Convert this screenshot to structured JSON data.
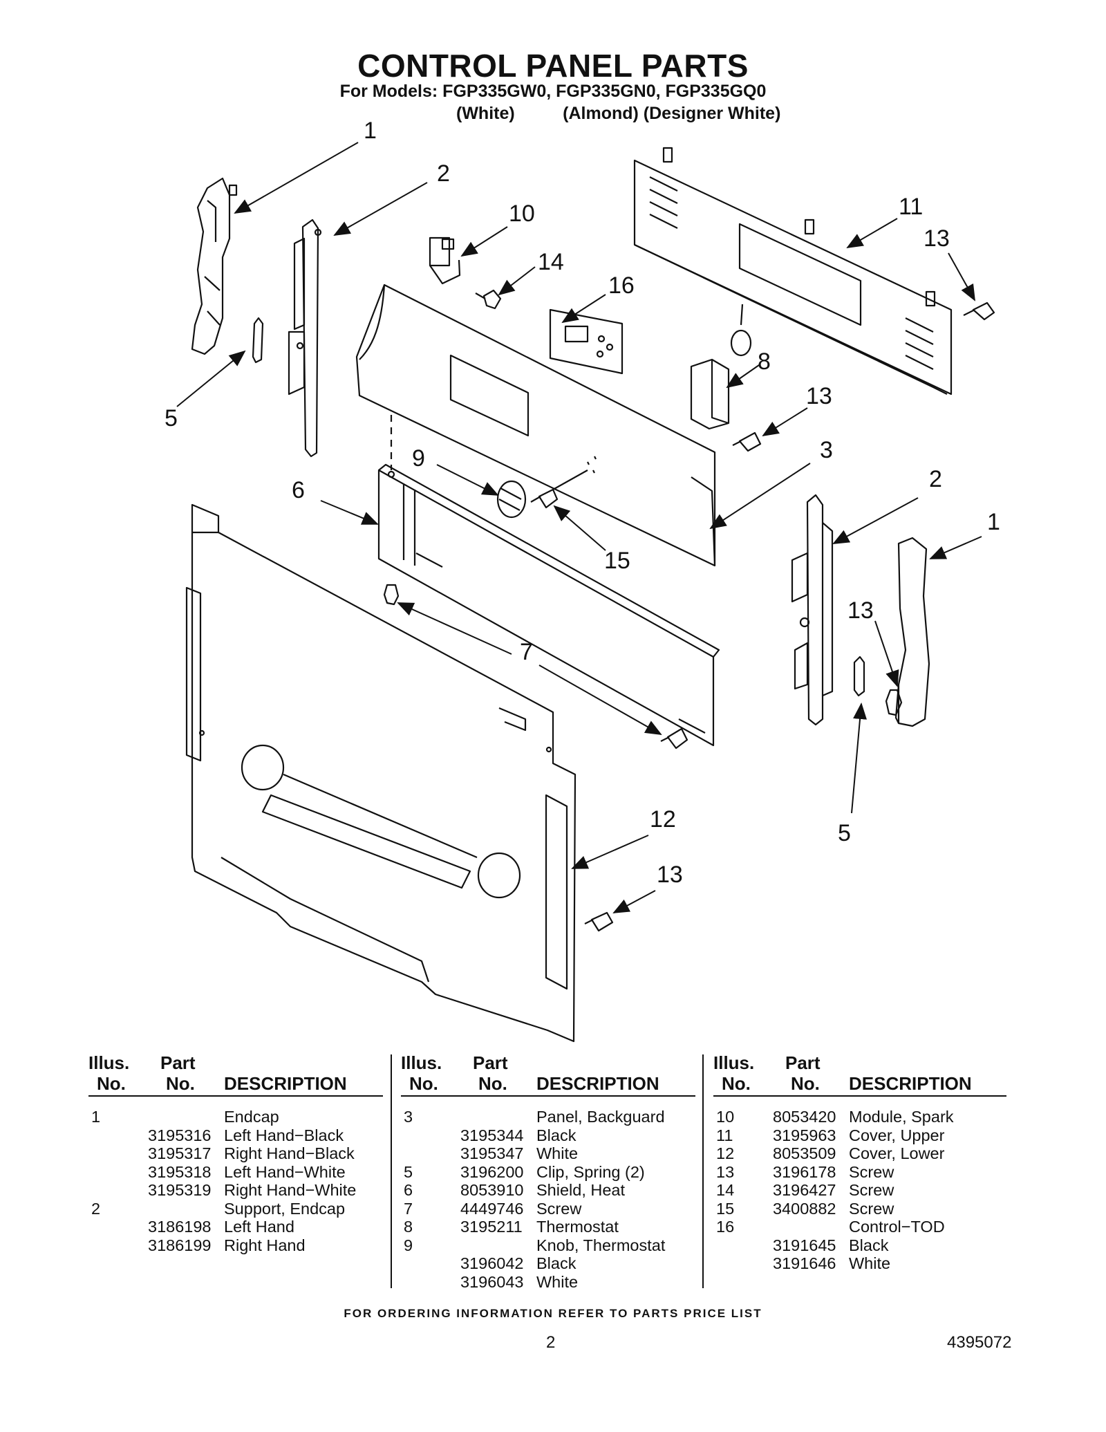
{
  "header": {
    "title": "CONTROL PANEL PARTS",
    "models_line": "For Models: FGP335GW0, FGP335GN0, FGP335GQ0",
    "variants_line": "(White)          (Almond) (Designer White)"
  },
  "diagram": {
    "callouts": [
      "1",
      "2",
      "10",
      "14",
      "16",
      "11",
      "13",
      "8",
      "13",
      "5",
      "3",
      "9",
      "6",
      "2",
      "1",
      "15",
      "13",
      "7",
      "5",
      "12",
      "13"
    ]
  },
  "table": {
    "headers": {
      "illus_top": "Illus.",
      "illus_bottom": "No.",
      "part_top": "Part",
      "part_bottom": "No.",
      "description": "DESCRIPTION"
    },
    "columns": [
      [
        {
          "illus": "1",
          "part": "",
          "desc": "Endcap"
        },
        {
          "illus": "",
          "part": "3195316",
          "desc": "Left Hand−Black"
        },
        {
          "illus": "",
          "part": "3195317",
          "desc": "Right Hand−Black"
        },
        {
          "illus": "",
          "part": "3195318",
          "desc": "Left Hand−White"
        },
        {
          "illus": "",
          "part": "3195319",
          "desc": "Right Hand−White"
        },
        {
          "illus": "2",
          "part": "",
          "desc": "Support, Endcap"
        },
        {
          "illus": "",
          "part": "3186198",
          "desc": "Left Hand"
        },
        {
          "illus": "",
          "part": "3186199",
          "desc": "Right Hand"
        }
      ],
      [
        {
          "illus": "3",
          "part": "",
          "desc": "Panel, Backguard"
        },
        {
          "illus": "",
          "part": "3195344",
          "desc": "Black"
        },
        {
          "illus": "",
          "part": "3195347",
          "desc": "White"
        },
        {
          "illus": "5",
          "part": "3196200",
          "desc": "Clip, Spring (2)"
        },
        {
          "illus": "6",
          "part": "8053910",
          "desc": "Shield, Heat"
        },
        {
          "illus": "7",
          "part": "4449746",
          "desc": "Screw"
        },
        {
          "illus": "8",
          "part": "3195211",
          "desc": "Thermostat"
        },
        {
          "illus": "9",
          "part": "",
          "desc": "Knob, Thermostat"
        },
        {
          "illus": "",
          "part": "3196042",
          "desc": "Black"
        },
        {
          "illus": "",
          "part": "3196043",
          "desc": "White"
        }
      ],
      [
        {
          "illus": "10",
          "part": "8053420",
          "desc": "Module, Spark"
        },
        {
          "illus": "11",
          "part": "3195963",
          "desc": "Cover, Upper"
        },
        {
          "illus": "12",
          "part": "8053509",
          "desc": "Cover, Lower"
        },
        {
          "illus": "13",
          "part": "3196178",
          "desc": "Screw"
        },
        {
          "illus": "14",
          "part": "3196427",
          "desc": "Screw"
        },
        {
          "illus": "15",
          "part": "3400882",
          "desc": "Screw"
        },
        {
          "illus": "16",
          "part": "",
          "desc": "Control−TOD"
        },
        {
          "illus": "",
          "part": "3191645",
          "desc": "Black"
        },
        {
          "illus": "",
          "part": "3191646",
          "desc": "White"
        }
      ]
    ]
  },
  "footer": {
    "ordering_note": "FOR ORDERING INFORMATION REFER TO PARTS PRICE LIST",
    "page_number": "2",
    "doc_number": "4395072"
  }
}
